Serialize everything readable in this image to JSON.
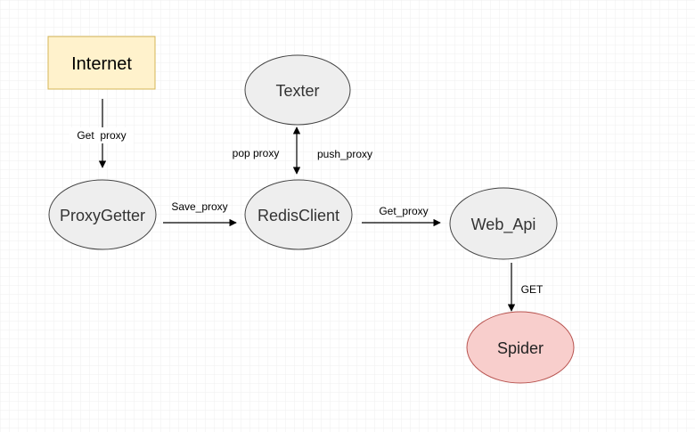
{
  "nodes": {
    "internet": {
      "label": "Internet",
      "fill": "#fff2cc",
      "stroke": "#d6b656"
    },
    "texter": {
      "label": "Texter",
      "fill": "#eeeeee",
      "stroke": "#444444"
    },
    "proxy_getter": {
      "label": "ProxyGetter",
      "fill": "#eeeeee",
      "stroke": "#444444"
    },
    "redis_client": {
      "label": "RedisClient",
      "fill": "#eeeeee",
      "stroke": "#444444"
    },
    "web_api": {
      "label": "Web_Api",
      "fill": "#eeeeee",
      "stroke": "#444444"
    },
    "spider": {
      "label": "Spider",
      "fill": "#f8cecc",
      "stroke": "#b85450"
    }
  },
  "edges": {
    "internet_to_proxygetter": "Get  proxy",
    "redis_to_texter_left": "pop proxy",
    "redis_to_texter_right": "push_proxy",
    "proxygetter_to_redis": "Save_proxy",
    "redis_to_webapi": "Get_proxy",
    "webapi_to_spider": "GET"
  },
  "colors": {
    "grid_line": "#eeeeee",
    "edge": "#000000"
  }
}
